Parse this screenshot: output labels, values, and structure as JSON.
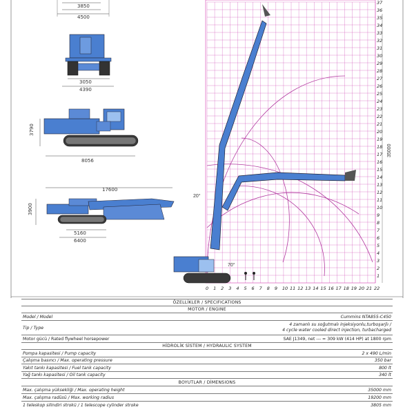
{
  "drawing": {
    "top_view_dims": [
      "3850",
      "4500"
    ],
    "front_view_dims": [
      "3050",
      "4390"
    ],
    "side_view_dims": {
      "height": "3790",
      "length": "8056"
    },
    "transport_view_dims": {
      "length": "17600",
      "height": "3900",
      "d1": "5160",
      "d2": "6400"
    },
    "angle_left": "20°",
    "angle_base": "70°",
    "height_label": "35000",
    "y_ticks": [
      "37",
      "36",
      "35",
      "34",
      "33",
      "32",
      "31",
      "30",
      "29",
      "28",
      "27",
      "26",
      "25",
      "24",
      "23",
      "22",
      "21",
      "20",
      "19",
      "18",
      "17",
      "16",
      "15",
      "14",
      "13",
      "12",
      "11",
      "10",
      "9",
      "8",
      "7",
      "6",
      "5",
      "4",
      "3",
      "2",
      "1"
    ],
    "x_ticks": [
      "0",
      "1",
      "2",
      "3",
      "4",
      "5",
      "6",
      "7",
      "8",
      "9",
      "10",
      "11",
      "12",
      "13",
      "14",
      "15",
      "16",
      "17",
      "18",
      "19",
      "20",
      "21",
      "22"
    ]
  },
  "spec": {
    "title": "ÖZELLİKLER / SPECIFICATIONS",
    "motor_header": "MOTOR / ENGINE",
    "model_label": "Model / Model",
    "model_value": "Cummins NTA855-C450",
    "type_label": "Tip / Type",
    "type_value_1": "4 zamanlı su soğutmalı injeksiyonlu,turboşarjlı /",
    "type_value_2": "4 cycle water cooled direct injection, turbacharged",
    "power_label": "Motor gücü / Rated flywheel horsepower",
    "power_value": "SAE J1349, net --- = 309 kW (414 HP) at 1800 rpm",
    "hyd_header": "HİDROLİK SİSTEM / HYDRAULIC SYSTEM",
    "pump_label": "Pompa kapasitesi / Pump capacity",
    "pump_value": "2 x 490 L/min",
    "pressure_label": "Çalışma basıncı / Max. operating pressure",
    "pressure_value": "350 bar",
    "fuel_label": "Yakıt tankı kapasitesi / Fuel tank capacity",
    "fuel_value": "800 lt",
    "oil_label": "Yağ tankı kapasitesi / Oil tank capacity",
    "oil_value": "340 lt",
    "dim_header": "BOYUTLAR / DİMENSIONS",
    "height_label": "Max. çalışma yüksekliği / Max. operating height",
    "height_value": "35000 mm",
    "radius_label": "Max. çalışma radüsü / Max. working radius",
    "radius_value": "19200 mm",
    "stroke_label": "1 teleskop silindiri strokü / 1 telescope cylinder stroke",
    "stroke_value": "3805 mm"
  }
}
